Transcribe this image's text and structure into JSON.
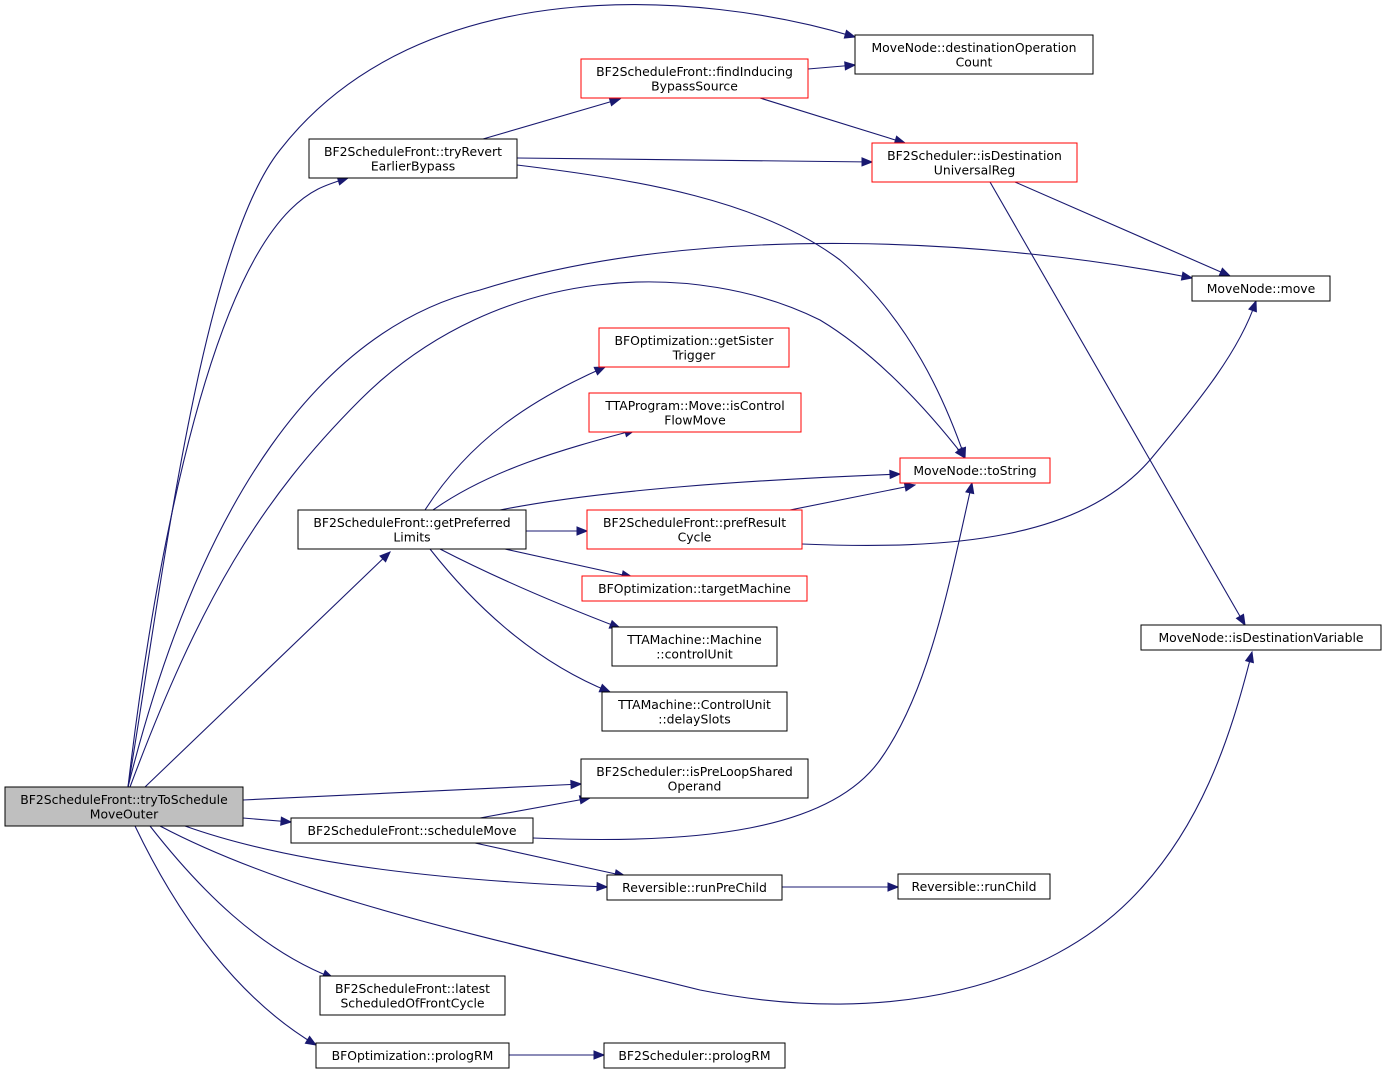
{
  "colors": {
    "edge": "#191970",
    "node_border": "#000000",
    "truncated_node_border": "#ff0000",
    "root_fill": "#bfbfbf"
  },
  "nodes": {
    "tryToScheduleMoveOuter": [
      "BF2ScheduleFront::tryToSchedule",
      "MoveOuter"
    ],
    "destinationOperationCount": [
      "MoveNode::destinationOperation",
      "Count"
    ],
    "findInducingBypassSource": [
      "BF2ScheduleFront::findInducing",
      "BypassSource"
    ],
    "tryRevertEarlierBypass": [
      "BF2ScheduleFront::tryRevert",
      "EarlierBypass"
    ],
    "isDestinationUniversalReg": [
      "BF2Scheduler::isDestination",
      "UniversalReg"
    ],
    "move": [
      "MoveNode::move"
    ],
    "getSisterTrigger": [
      "BFOptimization::getSister",
      "Trigger"
    ],
    "isControlFlowMove": [
      "TTAProgram::Move::isControl",
      "FlowMove"
    ],
    "toString": [
      "MoveNode::toString"
    ],
    "getPreferredLimits": [
      "BF2ScheduleFront::getPreferred",
      "Limits"
    ],
    "prefResultCycle": [
      "BF2ScheduleFront::prefResult",
      "Cycle"
    ],
    "targetMachine": [
      "BFOptimization::targetMachine"
    ],
    "isDestinationVariable": [
      "MoveNode::isDestinationVariable"
    ],
    "controlUnit": [
      "TTAMachine::Machine",
      "::controlUnit"
    ],
    "delaySlots": [
      "TTAMachine::ControlUnit",
      "::delaySlots"
    ],
    "isPreLoopSharedOperand": [
      "BF2Scheduler::isPreLoopShared",
      "Operand"
    ],
    "scheduleMove": [
      "BF2ScheduleFront::scheduleMove"
    ],
    "runPreChild": [
      "Reversible::runPreChild"
    ],
    "runChild": [
      "Reversible::runChild"
    ],
    "latestScheduledOfFrontCycle": [
      "BF2ScheduleFront::latest",
      "ScheduledOfFrontCycle"
    ],
    "prologRM_opt": [
      "BFOptimization::prologRM"
    ],
    "prologRM_sched": [
      "BF2Scheduler::prologRM"
    ]
  },
  "edges": [
    [
      "tryToScheduleMoveOuter",
      "destinationOperationCount"
    ],
    [
      "tryToScheduleMoveOuter",
      "tryRevertEarlierBypass"
    ],
    [
      "tryToScheduleMoveOuter",
      "move"
    ],
    [
      "tryToScheduleMoveOuter",
      "toString"
    ],
    [
      "tryToScheduleMoveOuter",
      "getPreferredLimits"
    ],
    [
      "tryToScheduleMoveOuter",
      "isPreLoopSharedOperand"
    ],
    [
      "tryToScheduleMoveOuter",
      "scheduleMove"
    ],
    [
      "tryToScheduleMoveOuter",
      "runPreChild"
    ],
    [
      "tryToScheduleMoveOuter",
      "isDestinationVariable"
    ],
    [
      "tryToScheduleMoveOuter",
      "latestScheduledOfFrontCycle"
    ],
    [
      "tryToScheduleMoveOuter",
      "prologRM_opt"
    ],
    [
      "tryRevertEarlierBypass",
      "findInducingBypassSource"
    ],
    [
      "tryRevertEarlierBypass",
      "isDestinationUniversalReg"
    ],
    [
      "tryRevertEarlierBypass",
      "toString"
    ],
    [
      "findInducingBypassSource",
      "destinationOperationCount"
    ],
    [
      "findInducingBypassSource",
      "isDestinationUniversalReg"
    ],
    [
      "isDestinationUniversalReg",
      "move"
    ],
    [
      "isDestinationUniversalReg",
      "isDestinationVariable"
    ],
    [
      "getPreferredLimits",
      "getSisterTrigger"
    ],
    [
      "getPreferredLimits",
      "isControlFlowMove"
    ],
    [
      "getPreferredLimits",
      "toString"
    ],
    [
      "getPreferredLimits",
      "prefResultCycle"
    ],
    [
      "getPreferredLimits",
      "targetMachine"
    ],
    [
      "getPreferredLimits",
      "controlUnit"
    ],
    [
      "getPreferredLimits",
      "delaySlots"
    ],
    [
      "prefResultCycle",
      "toString"
    ],
    [
      "prefResultCycle",
      "move"
    ],
    [
      "scheduleMove",
      "isPreLoopSharedOperand"
    ],
    [
      "scheduleMove",
      "toString"
    ],
    [
      "scheduleMove",
      "runPreChild"
    ],
    [
      "runPreChild",
      "runChild"
    ],
    [
      "prologRM_opt",
      "prologRM_sched"
    ]
  ]
}
